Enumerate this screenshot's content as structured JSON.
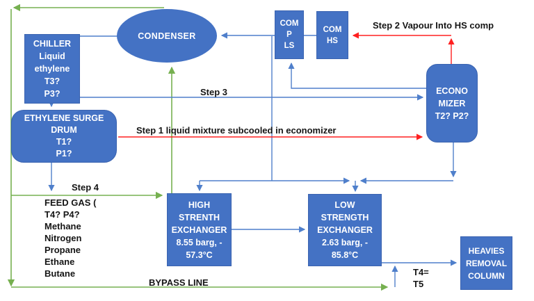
{
  "colors": {
    "node_fill": "#4472C4",
    "node_text": "#ffffff",
    "line_blue": "#4f7fcb",
    "line_green": "#76b050",
    "line_red": "#ff2020"
  },
  "nodes": {
    "condenser": {
      "label": "CONDENSER"
    },
    "chiller": {
      "lines": [
        "CHILLER",
        "Liquid",
        "ethylene",
        "T3?",
        "P3?"
      ]
    },
    "surge_drum": {
      "lines": [
        "ETHYLENE SURGE",
        "DRUM",
        "T1?",
        "P1?"
      ]
    },
    "comp_ls": {
      "lines": [
        "COM",
        "P",
        "LS"
      ]
    },
    "comp_hs": {
      "lines": [
        "COM",
        "HS"
      ]
    },
    "economizer": {
      "lines": [
        "ECONO",
        "MIZER",
        "T2? P2?"
      ]
    },
    "high_exchanger": {
      "lines": [
        "HIGH",
        "STRENTH",
        "EXCHANGER",
        "8.55 barg, -",
        "57.3°C"
      ]
    },
    "low_exchanger": {
      "lines": [
        "LOW",
        "STRENGTH",
        "EXCHANGER",
        "2.63 barg, -",
        "85.8°C"
      ]
    },
    "heavies_column": {
      "lines": [
        "HEAVIES",
        "REMOVAL",
        "COLUMN"
      ]
    }
  },
  "labels": {
    "step1": "Step 1 liquid mixture subcooled in economizer",
    "step2": "Step 2 Vapour Into HS comp",
    "step3": "Step 3",
    "step4": "Step 4",
    "bypass": "BYPASS LINE",
    "t4": "T4=",
    "t5": "T5",
    "feed_gas_lines": [
      "FEED GAS (",
      "T4? P4?",
      "Methane",
      "Nitrogen",
      "Propane",
      "Ethane",
      "Butane"
    ]
  }
}
